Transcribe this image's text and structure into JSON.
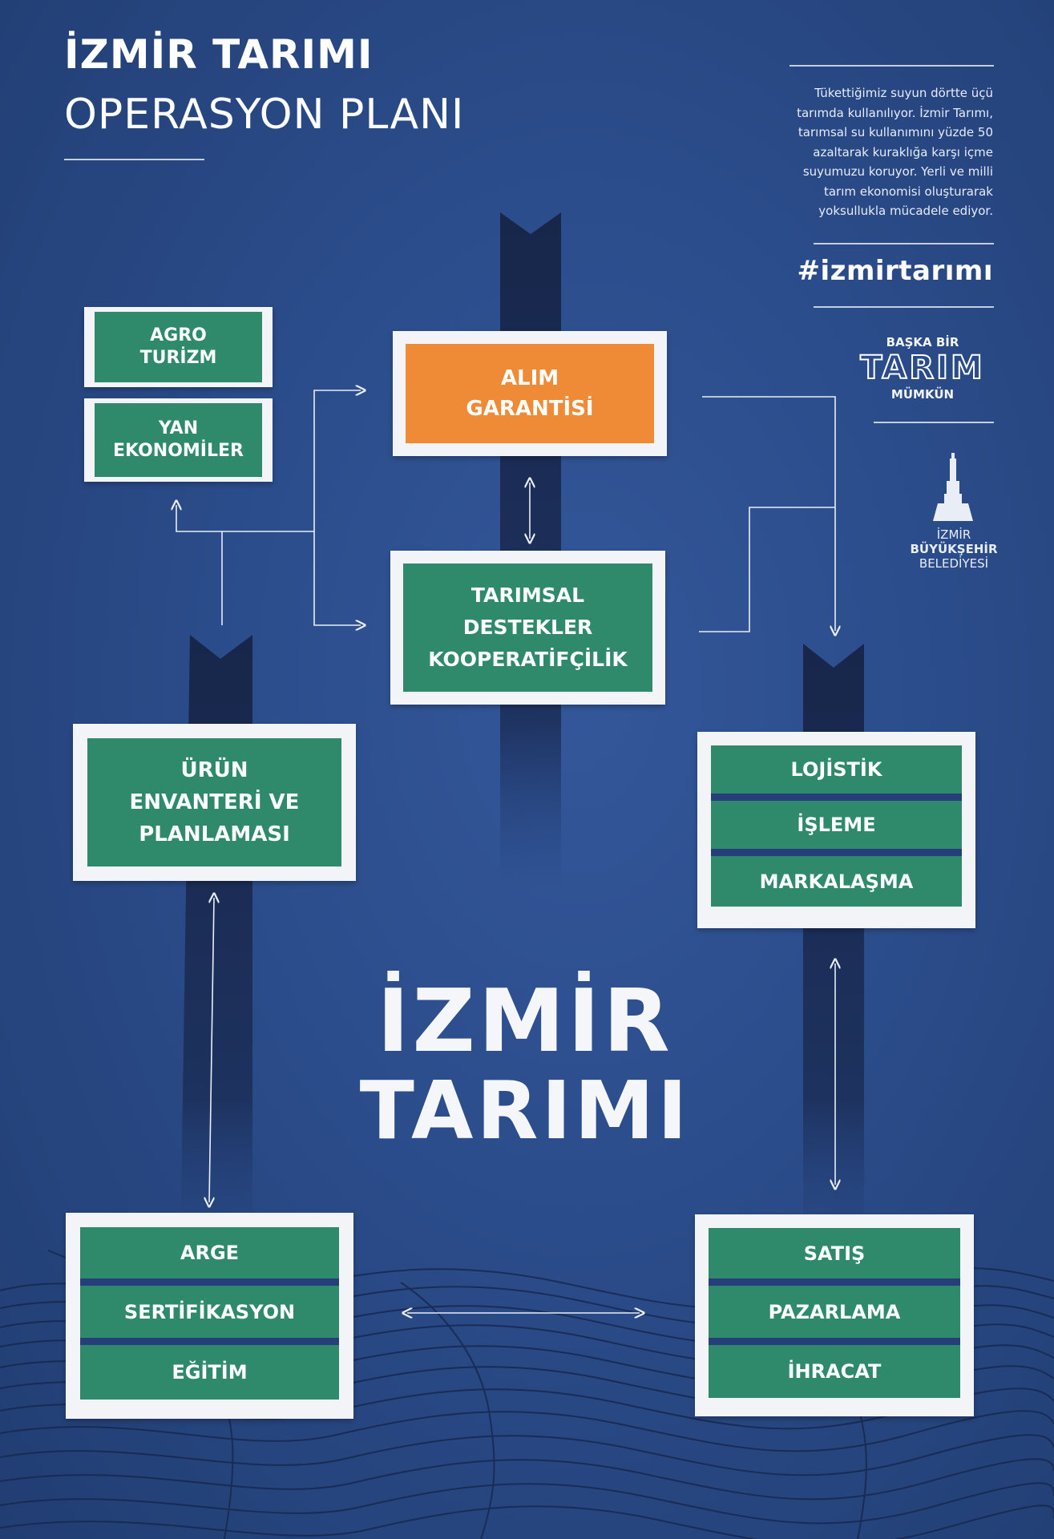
{
  "header": {
    "title": "İZMİR TARIMI",
    "subtitle": "OPERASYON PLANI"
  },
  "intro": {
    "lines": [
      "Tükettiğimiz suyun dörtte üçü",
      "tarımda kullanılıyor. İzmir Tarımı,",
      "tarımsal su kullanımını yüzde 50",
      "azaltarak kuraklığa karşı içme",
      "suyumuzu koruyor. Yerli ve milli",
      "tarım ekonomisi oluşturarak",
      "yoksullukla mücadele ediyor."
    ]
  },
  "hashtag": "#izmirtarımı",
  "logo": {
    "top": "BAŞKA BİR",
    "word": "TARIM",
    "bottom": "MÜMKÜN"
  },
  "municipality": {
    "line1": "İZMİR",
    "line2": "BÜYÜKŞEHİR",
    "line3": "BELEDİYESİ"
  },
  "boxes": {
    "agro": "AGRO TURİZM",
    "agro_lines": [
      "AGRO",
      "TURİZM"
    ],
    "yan_lines": [
      "YAN",
      "EKONOMİLER"
    ],
    "alim_lines": [
      "ALIM",
      "GARANTİSİ"
    ],
    "destek_lines": [
      "TARIMSAL",
      "DESTEKLER",
      "KOOPERATİFÇİLİK"
    ],
    "urun_lines": [
      "ÜRÜN",
      "ENVANTERİ VE",
      "PLANLAMASI"
    ],
    "lojistik": [
      "LOJİSTİK",
      "İŞLEME",
      "MARKALAŞMA"
    ],
    "arge": [
      "ARGE",
      "SERTİFİKASYON",
      "EĞİTİM"
    ],
    "satis": [
      "SATIŞ",
      "PAZARLAMA",
      "İHRACAT"
    ]
  },
  "center_title": {
    "line1": "İZMİR",
    "line2": "TARIMI"
  },
  "colors": {
    "background": "#2b4c8a",
    "green": "#2f8a6c",
    "orange": "#ef8a37",
    "dark_pillar": "#1a2a4f",
    "frame": "#f2f4f7"
  }
}
